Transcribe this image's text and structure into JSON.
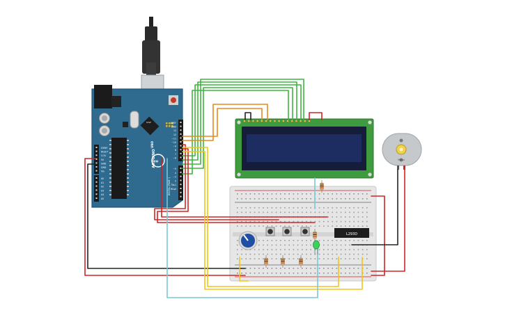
{
  "arduino": {
    "brand_text": "ARDUINO",
    "model_text": "UNO",
    "digital_header_text": "DIGITAL (PWM~)",
    "power_labels": [
      "IOREF",
      "RESET",
      "3.3V",
      "5V",
      "GND",
      "GND",
      "Vin"
    ],
    "analog_labels": [
      "A0",
      "A1",
      "A2",
      "A3",
      "A4",
      "A5"
    ],
    "digital_labels": [
      "AREF",
      "GND",
      "13",
      "12",
      "~11",
      "~10",
      "~9",
      "8",
      "7",
      "~6",
      "~5",
      "4",
      "~3",
      "2",
      "TX▸1",
      "RX◂0"
    ],
    "icsp_label": "ICSP"
  },
  "lcd": {
    "pin_count": 16
  },
  "breadboard": {
    "ic_label": "L293D"
  },
  "motor": {
    "label": "Motor"
  },
  "colors": {
    "board": "#2f6a8f",
    "board_edge": "#23567a",
    "lcd_pcb": "#3e9b3e",
    "lcd_screen": "#1d2c61",
    "wire_green": "#3cb53c",
    "wire_orange": "#e8891c",
    "wire_red": "#d32222",
    "wire_black": "#222222",
    "wire_yellow": "#f2c417",
    "wire_cyan": "#79c7d8",
    "breadboard": "#e6e6e6",
    "knob": "#1e4fa3"
  }
}
